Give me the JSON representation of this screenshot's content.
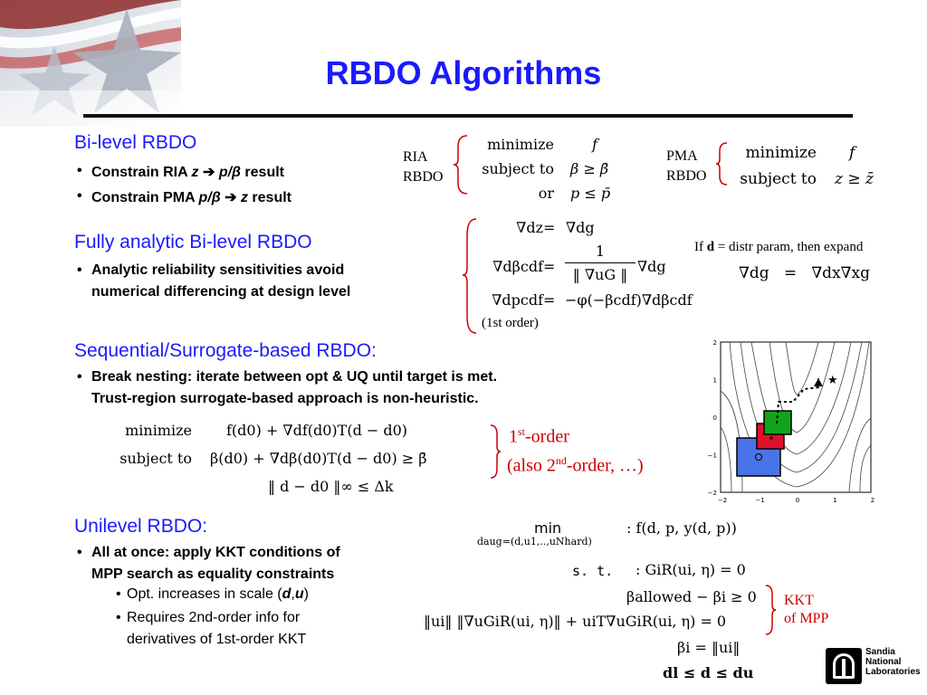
{
  "title": "RBDO Algorithms",
  "s1": {
    "heading": "Bi-level RBDO",
    "b1a": "Constrain RIA ",
    "b1z": "z",
    "b1b": " ➔ ",
    "b1c": "p/β",
    "b1d": " result",
    "b2a": "Constrain PMA ",
    "b2p": "p/β",
    "b2b": " ➔ ",
    "b2z": "z",
    "b2d": " result"
  },
  "ria": {
    "label1": "RIA",
    "label2": "RBDO",
    "min": "minimize",
    "st": "subject to",
    "or": "or",
    "f": "f",
    "c1": "β ≥ β̄",
    "c2": "p ≤ p̄"
  },
  "pma": {
    "label1": "PMA",
    "label2": "RBDO",
    "min": "minimize",
    "st": "subject to",
    "f": "f",
    "c1": "z ≥ z̄"
  },
  "s2": {
    "heading": "Fully analytic Bi-level RBDO",
    "b1": "Analytic reliability sensitivities avoid",
    "b1b": "numerical differencing at design level"
  },
  "sens": {
    "e1l": "∇dz",
    "e1r": "∇dg",
    "e2l": "∇dβcdf",
    "e2n": "1",
    "e2d": "‖ ∇uG ‖",
    "e2r": "∇dg",
    "e3l": "∇dpcdf",
    "e3r": "−φ(−βcdf)∇dβcdf",
    "note": "(1st order)",
    "ifline_a": "If ",
    "ifline_d": "d",
    "ifline_b": " = distr param, then expand",
    "exp_l": "∇dg",
    "exp_r": "∇dx∇xg"
  },
  "s3": {
    "heading": "Sequential/Surrogate-based RBDO:",
    "b1": "Break nesting: iterate between opt & UQ until target is met.",
    "b1b": "Trust-region surrogate-based approach is non-heuristic.",
    "min": "minimize",
    "st": "subject to",
    "obj": "f(d0) + ∇df(d0)T(d − d0)",
    "con1": "β(d0) + ∇dβ(d0)T(d − d0) ≥ β̄",
    "con2": "‖ d − d0 ‖∞ ≤ Δk",
    "order1": "1",
    "order1sup": "st",
    "order1b": "-order",
    "order2a": "(also 2",
    "order2sup": "nd",
    "order2b": "-order, …)"
  },
  "plot": {
    "yticks": [
      "2",
      "1",
      "0",
      "−1",
      "−2"
    ],
    "xticks": [
      "−2",
      "−1",
      "0",
      "1",
      "2"
    ]
  },
  "s4": {
    "heading": "Unilevel RBDO:",
    "b1": "All at once: apply KKT conditions of",
    "b1b": "MPP search as equality constraints",
    "sub1a": "Opt. increases in scale (",
    "sub1d": "d",
    "sub1c": ",",
    "sub1u": "u",
    "sub1e": ")",
    "sub2": "Requires 2nd-order info for",
    "sub2b": "derivatives of 1st-order KKT",
    "min": "min",
    "minsub": "daug=(d,u1,..,uNhard)",
    "obj": ": f(d, p, y(d, p))",
    "st": "s. t.",
    "c1": ": GiR(ui, η) = 0",
    "c2": "βallowed − βi ≥ 0",
    "c3": "‖ui‖ ‖∇uGiR(ui, η)‖ + uiT∇uGiR(ui, η) = 0",
    "c4": "βi = ‖ui‖",
    "c5": "dl ≤ d ≤ du",
    "kkt1": "KKT",
    "kkt2": "of MPP"
  },
  "logo": {
    "l1": "Sandia",
    "l2": "National",
    "l3": "Laboratories"
  }
}
